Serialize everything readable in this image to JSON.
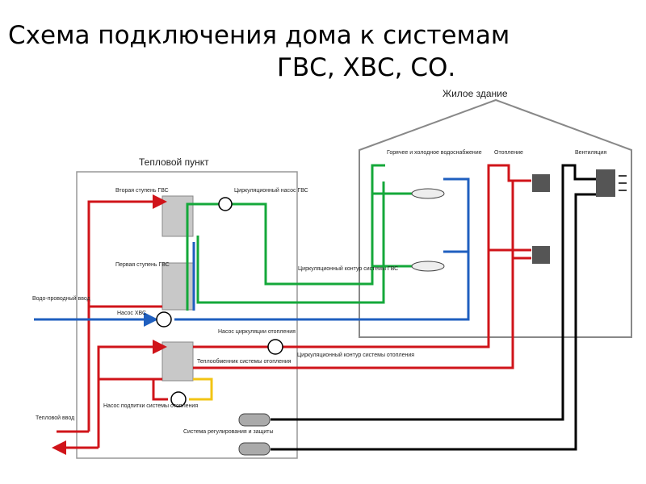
{
  "title": {
    "line1": "Схема подключения дома к системам",
    "line2": "ГВС, ХВС, СО."
  },
  "building": {
    "name": "Жилое здание",
    "hot_cold_supply": "Горячее и холодное водоснабжение",
    "heating": "Отопление",
    "ventilation": "Вентиляция"
  },
  "heat_point": {
    "name": "Тепловой пункт",
    "stage2": "Вторая ступень ГВС",
    "stage1": "Первая ступень ГВС",
    "circ_pump_hw": "Циркуляционный насос ГВС",
    "circ_contour_hw": "Циркуляционный контур системы ГВС",
    "pump_cold": "Насос ХВС",
    "pump_circ_heating": "Насос циркуляции отопления",
    "heat_exchanger": "Теплообменник системы отопления",
    "circ_contour_heating": "Циркуляционный контур системы отопления",
    "pump_makeup": "Насос подпитки системы отопления",
    "control_system": "Система регулирования и защиты"
  },
  "inputs": {
    "water_input": "Водо-проводный ввод",
    "heat_input": "Тепловой ввод"
  },
  "colors": {
    "hot": "#d0141a",
    "dhw": "#14a83a",
    "cold": "#1f5fbf",
    "ventilation": "#000000",
    "makeup": "#f2c414"
  }
}
